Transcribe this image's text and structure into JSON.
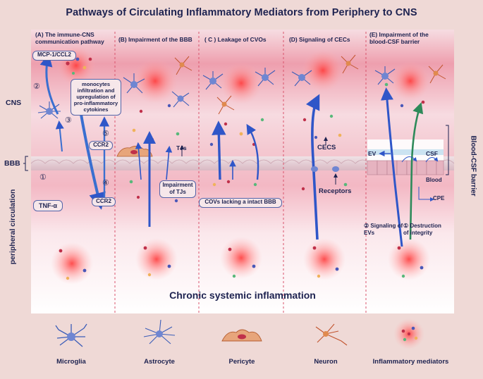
{
  "title": "Pathways of Circulating Inflammatory Mediators from Periphery to CNS",
  "panels": {
    "a": "(A) The immune-CNS communication pathway",
    "b": "(B) Impairment of the BBB",
    "c": "( C ) Leakage of CVOs",
    "d": "(D) Signaling of CECs",
    "e": "(E) Impairment of the blood-CSF barrier"
  },
  "side_labels": {
    "cns": "CNS",
    "bbb": "BBB",
    "peripheral": "peripheral circulation",
    "blood_csf": "Blood-CSF barrier"
  },
  "panel_a": {
    "mcp1": "MCP-1/CCL2",
    "monocytes": "monocytes infiltration and upregulation of pro-inflammatory cytokines",
    "ccr2_top": "CCR2",
    "ccr2_bottom": "CCR2",
    "tnf": "TNF-α",
    "n1": "①",
    "n2": "②",
    "n3": "③",
    "n4": "④",
    "n5": "⑤"
  },
  "panel_b": {
    "tjs": "TJs",
    "impairment": "Impairment of TJs"
  },
  "panel_c": {
    "cvos": "COVs lacking a intact BBB"
  },
  "panel_d": {
    "cecs": "CECS",
    "receptors": "Receptors"
  },
  "panel_e": {
    "ev": "EV",
    "csf": "CSF",
    "blood": "Blood",
    "cpe": "CPE",
    "signaling": "② Signaling of EVs",
    "destruction": "① Destruction of integrity"
  },
  "bottom_caption": "Chronic systemic inflammation",
  "legend": [
    "Microglia",
    "Astrocyte",
    "Pericyte",
    "Neuron",
    "Inflammatory mediators"
  ],
  "colors": {
    "title": "#1d2250",
    "accent_blue": "#2f56c8",
    "arrow_green": "#2e8a5a",
    "glow": "#ff6a6a"
  }
}
